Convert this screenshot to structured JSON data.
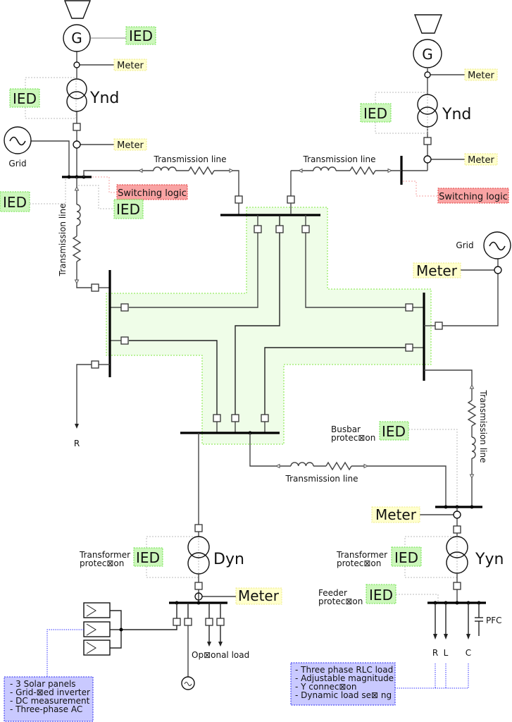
{
  "labels": {
    "generator": "G",
    "ied": "IED",
    "meter": "Meter",
    "switching_logic": "Switching logic",
    "transmission_line": "Transmission line",
    "grid": "Grid",
    "ynd": "Ynd",
    "dyn": "Dyn",
    "yyn": "Yyn",
    "r": "R",
    "l": "L",
    "c": "C",
    "pfc": "PFC",
    "optional_load": "Op⊠onal load",
    "busbar_protection": [
      "Busbar",
      "protec⊠on"
    ],
    "transformer_protection": [
      "Transformer",
      "protec⊠on"
    ],
    "feeder_protection": [
      "Feeder",
      "protec⊠on"
    ]
  },
  "notes": {
    "solar": [
      "- 3 Solar panels",
      "- Grid-⊠ed inverter",
      "- DC measurement",
      "- Three-phase AC"
    ],
    "load": [
      "- Three phase RLC load",
      "- Adjustable magnitude",
      "- Y connec⊠on",
      "- Dynamic load se⊠ ng"
    ]
  },
  "colors": {
    "ied": "#ccf7bb",
    "meter": "#ffffcc",
    "switching_logic": "#f9a3a3",
    "note": "#c9c9ff",
    "busbar_protection_zone": "#effde8"
  }
}
